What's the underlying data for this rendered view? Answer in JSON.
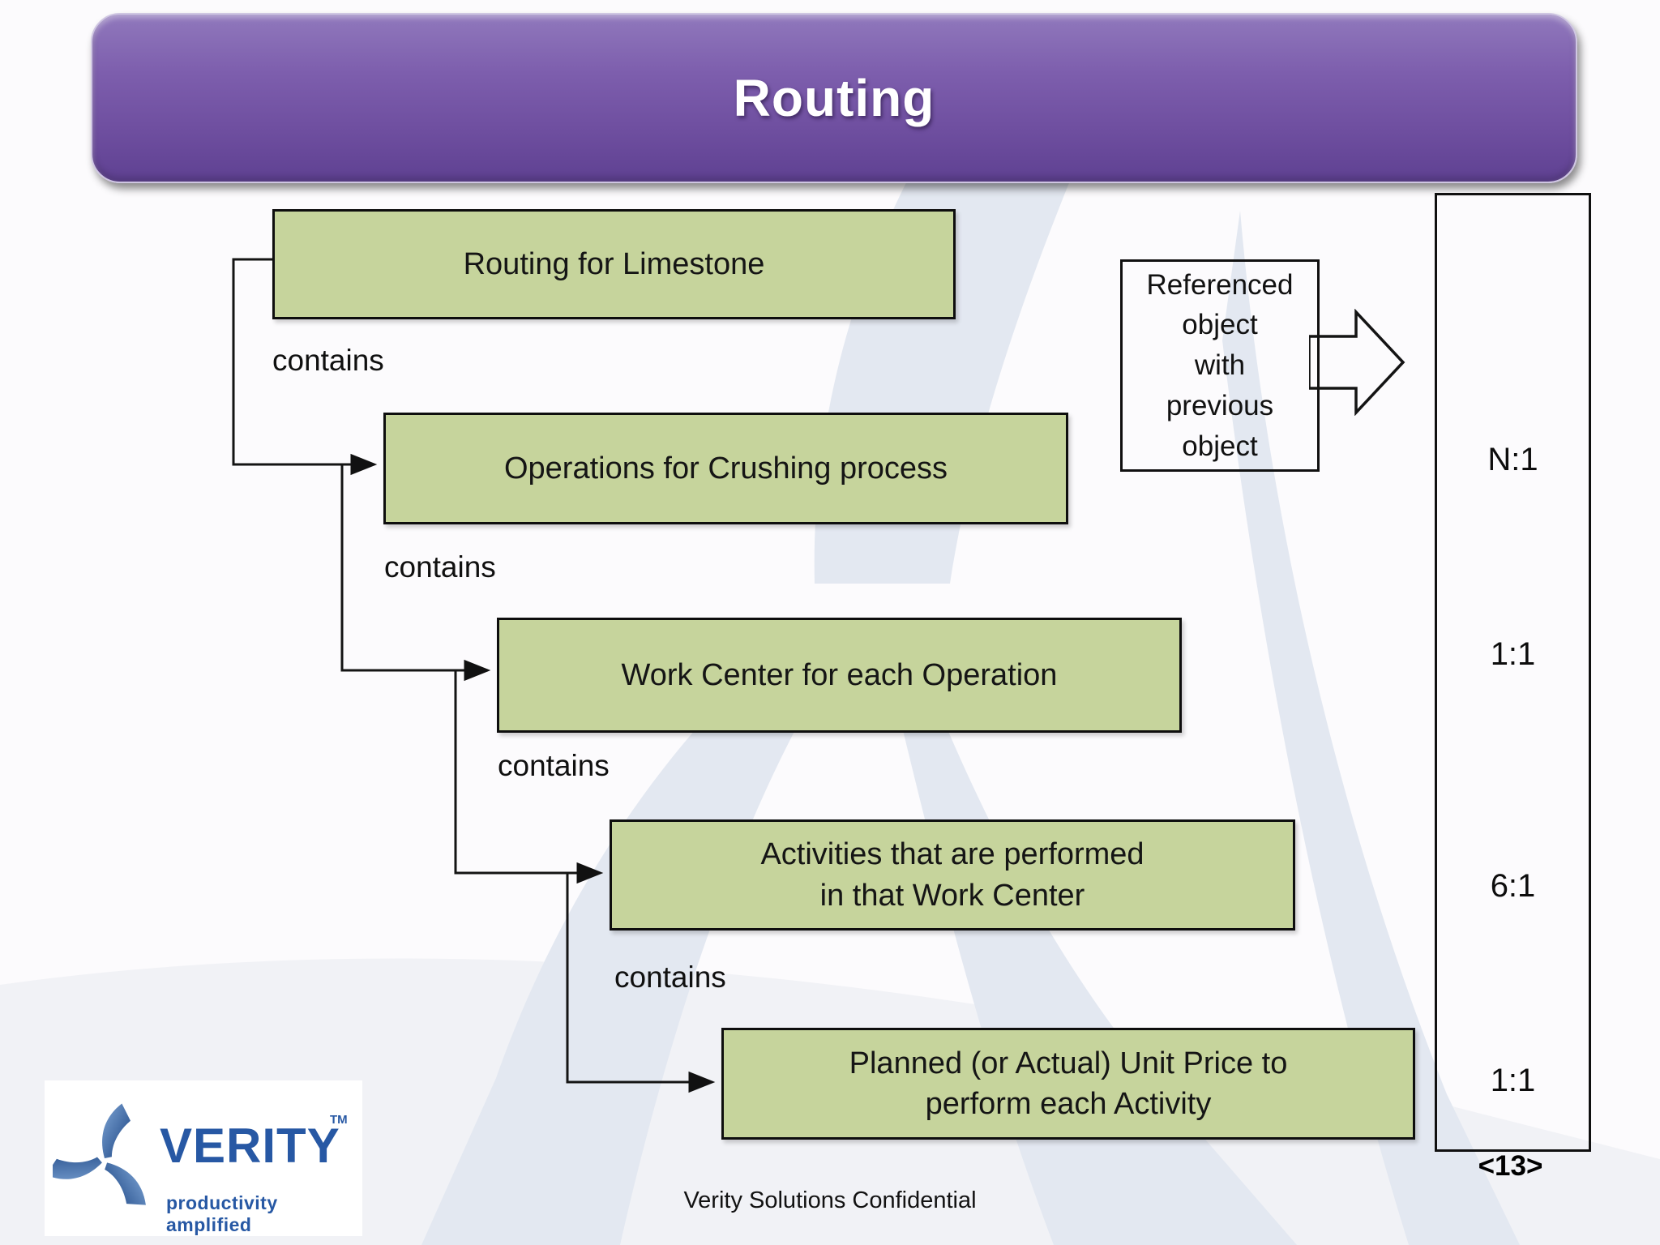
{
  "slide": {
    "title": "Routing",
    "footer": "Verity Solutions Confidential",
    "page_number": "<13>"
  },
  "diagram": {
    "boxes": [
      {
        "label": "Routing for Limestone"
      },
      {
        "label": "Operations for Crushing process"
      },
      {
        "label": "Work Center for each Operation"
      },
      {
        "label": "Activities that are performed\nin that Work Center"
      },
      {
        "label": "Planned (or Actual) Unit Price to\nperform each Activity"
      }
    ],
    "connectors": [
      {
        "label": "contains"
      },
      {
        "label": "contains"
      },
      {
        "label": "contains"
      },
      {
        "label": "contains"
      }
    ],
    "reference_note": {
      "text": "Referenced\nobject\nwith\nprevious\nobject",
      "arrow_icon": "right-block-arrow"
    },
    "ratio_panel": {
      "items": [
        "N:1",
        "1:1",
        "6:1",
        "1:1"
      ]
    }
  },
  "logo": {
    "wordmark": "VERITY",
    "trademark": "TM",
    "tagline": "productivity amplified",
    "icon": "verity-pinwheel"
  },
  "colors": {
    "banner_purple": "#7457a3",
    "box_green": "#c6d49c",
    "outline_black": "#101010",
    "logo_blue": "#2758a4",
    "watermark_blue_gray": "#e3e8f1"
  }
}
